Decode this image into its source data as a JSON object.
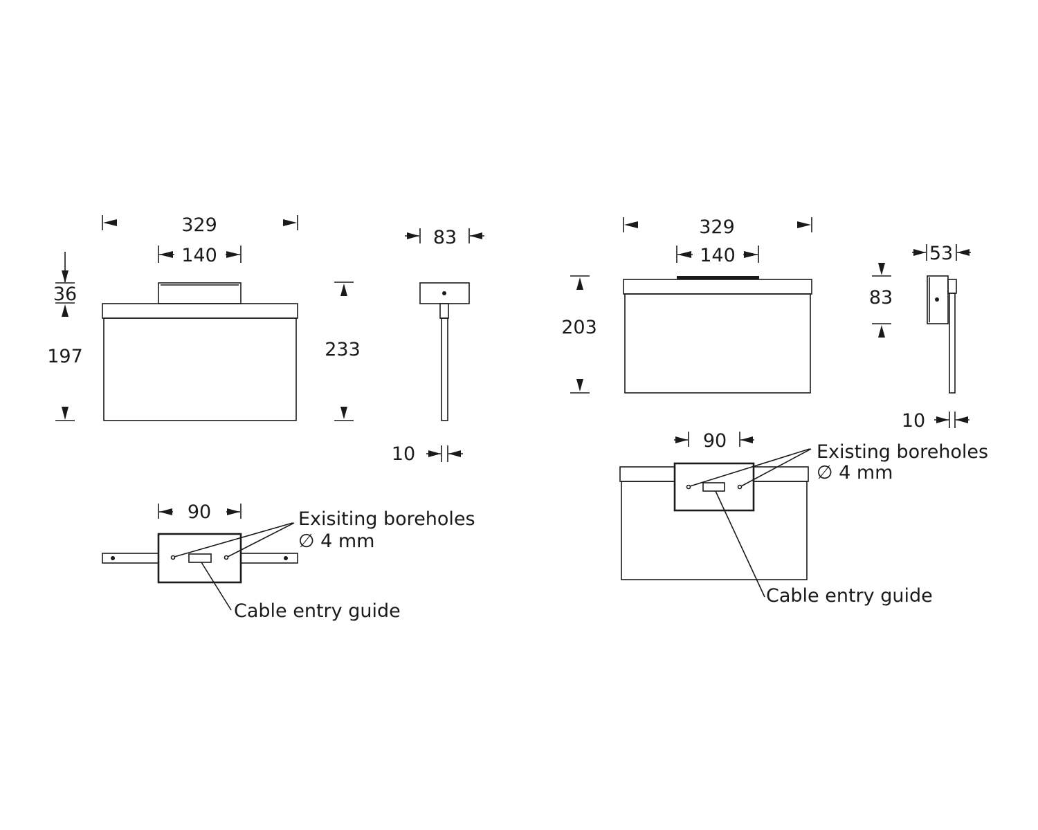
{
  "colors": {
    "line": "#1a1a1a",
    "background": "#ffffff"
  },
  "left": {
    "front": {
      "width": "329",
      "canopy_width": "140",
      "canopy_height": "36",
      "panel_height": "197",
      "total_height": "233"
    },
    "side": {
      "depth": "83",
      "thickness": "10"
    },
    "top": {
      "canopy_width": "90",
      "boreholes_label": "Exisiting boreholes",
      "borehole_diameter": "∅ 4 mm",
      "cable_label": "Cable entry guide"
    }
  },
  "right": {
    "front": {
      "width": "329",
      "bracket_width": "140",
      "total_height": "203"
    },
    "side": {
      "bracket_height": "83",
      "depth": "53",
      "thickness": "10"
    },
    "rear": {
      "bracket_width": "90",
      "boreholes_label": "Existing boreholes",
      "borehole_diameter": "∅ 4 mm",
      "cable_label": "Cable entry guide"
    }
  }
}
